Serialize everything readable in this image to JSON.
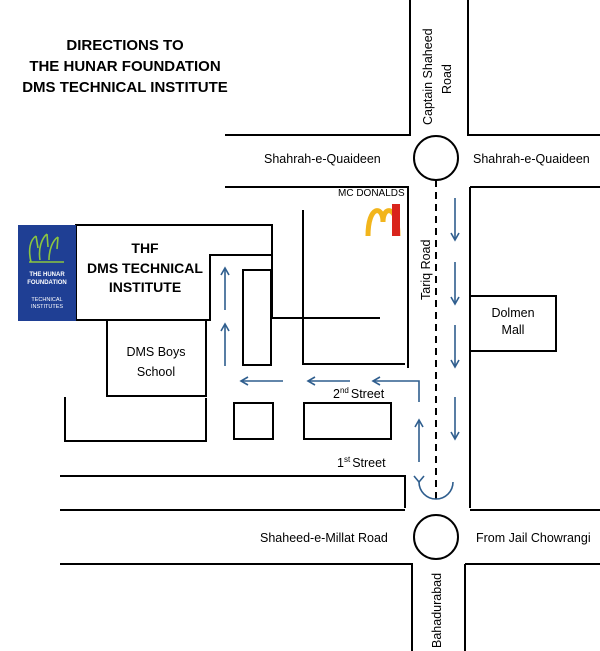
{
  "title": {
    "line1": "DIRECTIONS TO",
    "line2": "THE HUNAR FOUNDATION",
    "line3": "DMS TECHNICAL INSTITUTE"
  },
  "roads": {
    "captain_shaheed_line1": "Captain Shaheed",
    "captain_shaheed_line2": "Road",
    "quaideen_left": "Shahrah-e-Quaideen",
    "quaideen_right": "Shahrah-e-Quaideen",
    "tariq_road": "Tariq Road",
    "second_street_num": "2",
    "second_street_sup": "nd",
    "second_street_word": "Street",
    "first_street_num": "1",
    "first_street_sup": "st",
    "first_street_word": "Street",
    "millat_road": "Shaheed-e-Millat Road",
    "jail_chowrangi": "From Jail Chowrangi",
    "bahadurabad": "Bahadurabad"
  },
  "landmarks": {
    "mcdonalds": "MC DONALDS",
    "dolmen_line1": "Dolmen",
    "dolmen_line2": "Mall",
    "dms_boys_line1": "DMS Boys",
    "dms_boys_line2": "School",
    "thf_line1": "THF",
    "thf_line2": "DMS TECHNICAL",
    "thf_line3": "INSTITUTE"
  },
  "logo": {
    "name_line1": "THE HUNAR",
    "name_line2": "FOUNDATION",
    "sub_line1": "TECHNICAL",
    "sub_line2": "INSTITUTES",
    "bg_color": "#1f3f94",
    "hands_color": "#8cc63f"
  },
  "colors": {
    "arrow": "#2f5e8e",
    "mcd_red": "#d9241c",
    "mcd_yellow": "#f2b51c"
  }
}
